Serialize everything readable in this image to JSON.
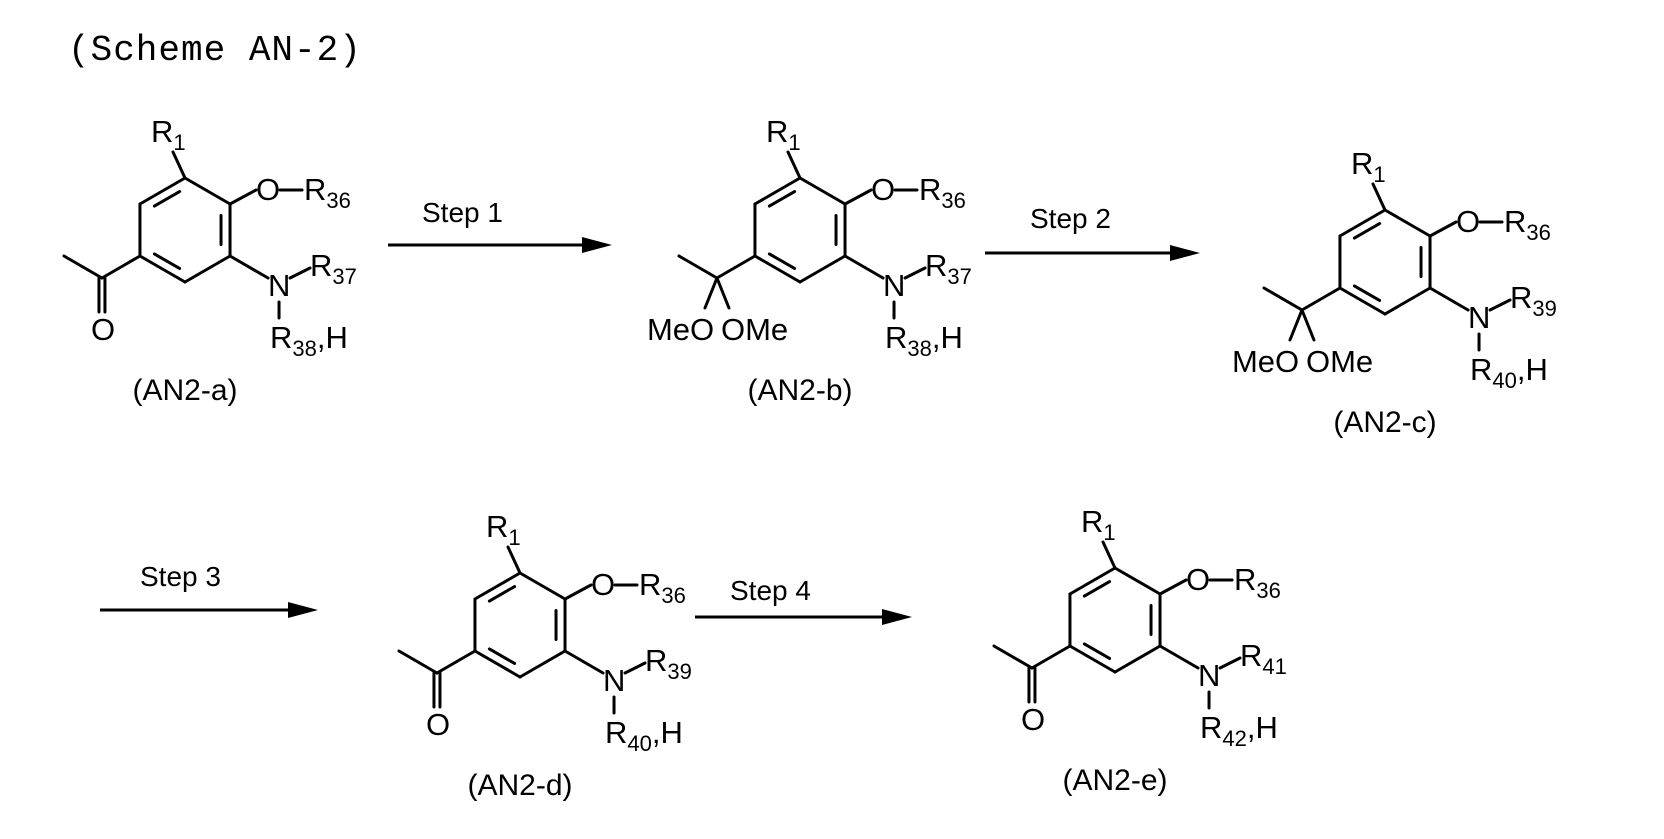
{
  "title": "(Scheme AN-2)",
  "compounds": [
    {
      "id": "AN2-a",
      "label": "(AN2-a)",
      "group": "ketone",
      "R1": "R",
      "R1_sub": "1",
      "O": "O",
      "OR": "R",
      "OR_sub": "36",
      "N": "N",
      "Ra": "R",
      "Ra_sub": "37",
      "Rb": "R",
      "Rb_sub": "38",
      "Rb_tail": ",H"
    },
    {
      "id": "AN2-b",
      "label": "(AN2-b)",
      "group": "ketal",
      "MeO": "MeO",
      "OMe": "OMe",
      "R1": "R",
      "R1_sub": "1",
      "O": "O",
      "OR": "R",
      "OR_sub": "36",
      "N": "N",
      "Ra": "R",
      "Ra_sub": "37",
      "Rb": "R",
      "Rb_sub": "38",
      "Rb_tail": ",H"
    },
    {
      "id": "AN2-c",
      "label": "(AN2-c)",
      "group": "ketal",
      "MeO": "MeO",
      "OMe": "OMe",
      "R1": "R",
      "R1_sub": "1",
      "O": "O",
      "OR": "R",
      "OR_sub": "36",
      "N": "N",
      "Ra": "R",
      "Ra_sub": "39",
      "Rb": "R",
      "Rb_sub": "40",
      "Rb_tail": ",H"
    },
    {
      "id": "AN2-d",
      "label": "(AN2-d)",
      "group": "ketone",
      "R1": "R",
      "R1_sub": "1",
      "O": "O",
      "OR": "R",
      "OR_sub": "36",
      "N": "N",
      "Ra": "R",
      "Ra_sub": "39",
      "Rb": "R",
      "Rb_sub": "40",
      "Rb_tail": ",H"
    },
    {
      "id": "AN2-e",
      "label": "(AN2-e)",
      "group": "ketone",
      "R1": "R",
      "R1_sub": "1",
      "O": "O",
      "OR": "R",
      "OR_sub": "36",
      "N": "N",
      "Ra": "R",
      "Ra_sub": "41",
      "Rb": "R",
      "Rb_sub": "42",
      "Rb_tail": ",H"
    }
  ],
  "steps": [
    {
      "id": "step-1",
      "label": "Step 1"
    },
    {
      "id": "step-2",
      "label": "Step 2"
    },
    {
      "id": "step-3",
      "label": "Step 3"
    },
    {
      "id": "step-4",
      "label": "Step 4"
    }
  ]
}
